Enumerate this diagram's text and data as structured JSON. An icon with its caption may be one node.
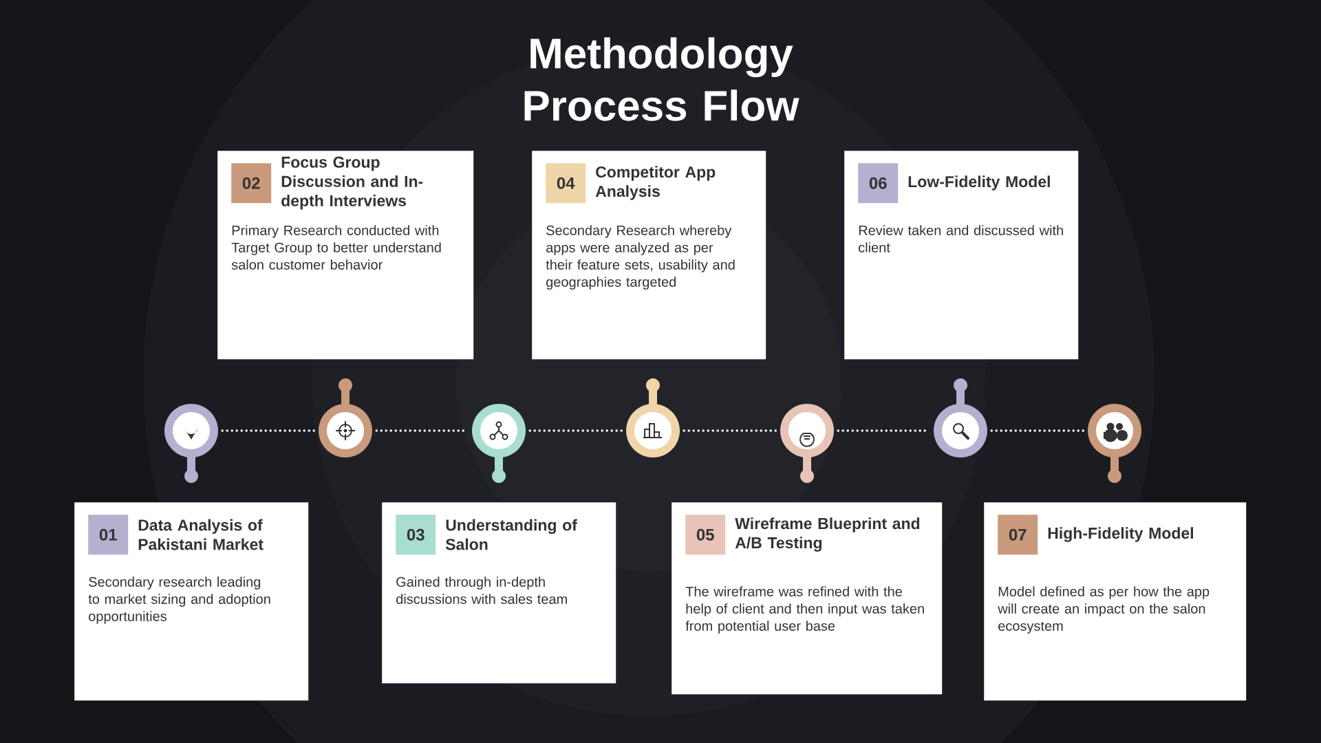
{
  "diagram": {
    "title": "Methodology Process Flow",
    "nodes": [
      {
        "text": [
          "01",
          "Data Analysis of Pakistani Market",
          "Secondary research leading to market sizing and adoption opportunities"
        ]
      },
      {
        "text": [
          "02",
          "Focus Group Discussion and In-depth Interviews",
          "Primary Research conducted with Target Group to better understand salon customer behavior"
        ]
      },
      {
        "text": [
          "03",
          "Understanding of Salon",
          "Gained through in-depth discussions with sales team"
        ]
      },
      {
        "text": [
          "04",
          "Competitor App Analysis",
          "Secondary Research whereby apps were analyzed as per their feature sets, usability and geographies targeted"
        ]
      },
      {
        "text": [
          "05",
          "Wireframe Blueprint and A/B Testing",
          "The wireframe was refined with the help of client and then input was taken from potential user base"
        ]
      },
      {
        "text": [
          "06",
          "Low-Fidelity Model",
          "Review taken and discussed with client"
        ]
      },
      {
        "text": [
          "07",
          "High-Fidelity Model",
          "Model defined as per how the app will create an impact on the salon ecosystem"
        ]
      },
      {
        "text": [],
        "shape": "circle"
      },
      {
        "text": [],
        "shape": "circle"
      },
      {
        "text": [],
        "shape": "circle"
      },
      {
        "text": [],
        "shape": "circle"
      },
      {
        "text": [],
        "shape": "circle"
      },
      {
        "text": [],
        "shape": "circle"
      },
      {
        "text": [],
        "shape": "circle"
      }
    ],
    "edges": [
      {
        "from": 7,
        "to": 8,
        "arrow": "none",
        "style": "dashed"
      },
      {
        "from": 8,
        "to": 9,
        "arrow": "none",
        "style": "dashed"
      },
      {
        "from": 9,
        "to": 10,
        "arrow": "none",
        "style": "dashed"
      },
      {
        "from": 10,
        "to": 11,
        "arrow": "none",
        "style": "dashed"
      },
      {
        "from": 11,
        "to": 12,
        "arrow": "none",
        "style": "dashed"
      },
      {
        "from": 12,
        "to": 13,
        "arrow": "none",
        "style": "dashed"
      }
    ]
  }
}
